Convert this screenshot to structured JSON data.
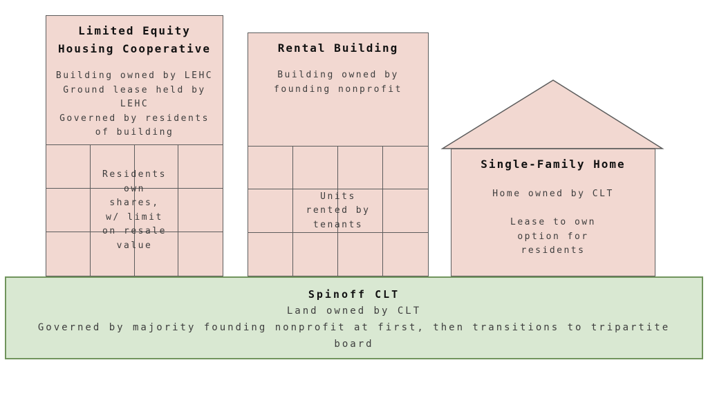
{
  "colors": {
    "building_fill": "#f2d8d1",
    "building_border": "#5c5c5c",
    "base_fill": "#d9e8d2",
    "base_border": "#70945c",
    "title_text": "#111111",
    "body_text": "#3d3d3d"
  },
  "buildings": {
    "lehc": {
      "title": "Limited Equity\nHousing Cooperative",
      "body": "Building owned by LEHC\nGround lease held by\nLEHC\nGoverned by residents\nof building",
      "grid_label": "Residents\nown\nshares,\nw/ limit\non resale\nvalue"
    },
    "rental": {
      "title": "Rental Building",
      "body": "Building owned by\nfounding nonprofit",
      "grid_label": "Units\nrented by\ntenants"
    },
    "single_family": {
      "title": "Single-Family Home",
      "body": "Home owned by CLT\n\nLease to own\noption for\nresidents"
    }
  },
  "base": {
    "title": "Spinoff CLT",
    "body": "Land owned by CLT\nGoverned by majority founding nonprofit at first, then transitions to tripartite\nboard"
  }
}
